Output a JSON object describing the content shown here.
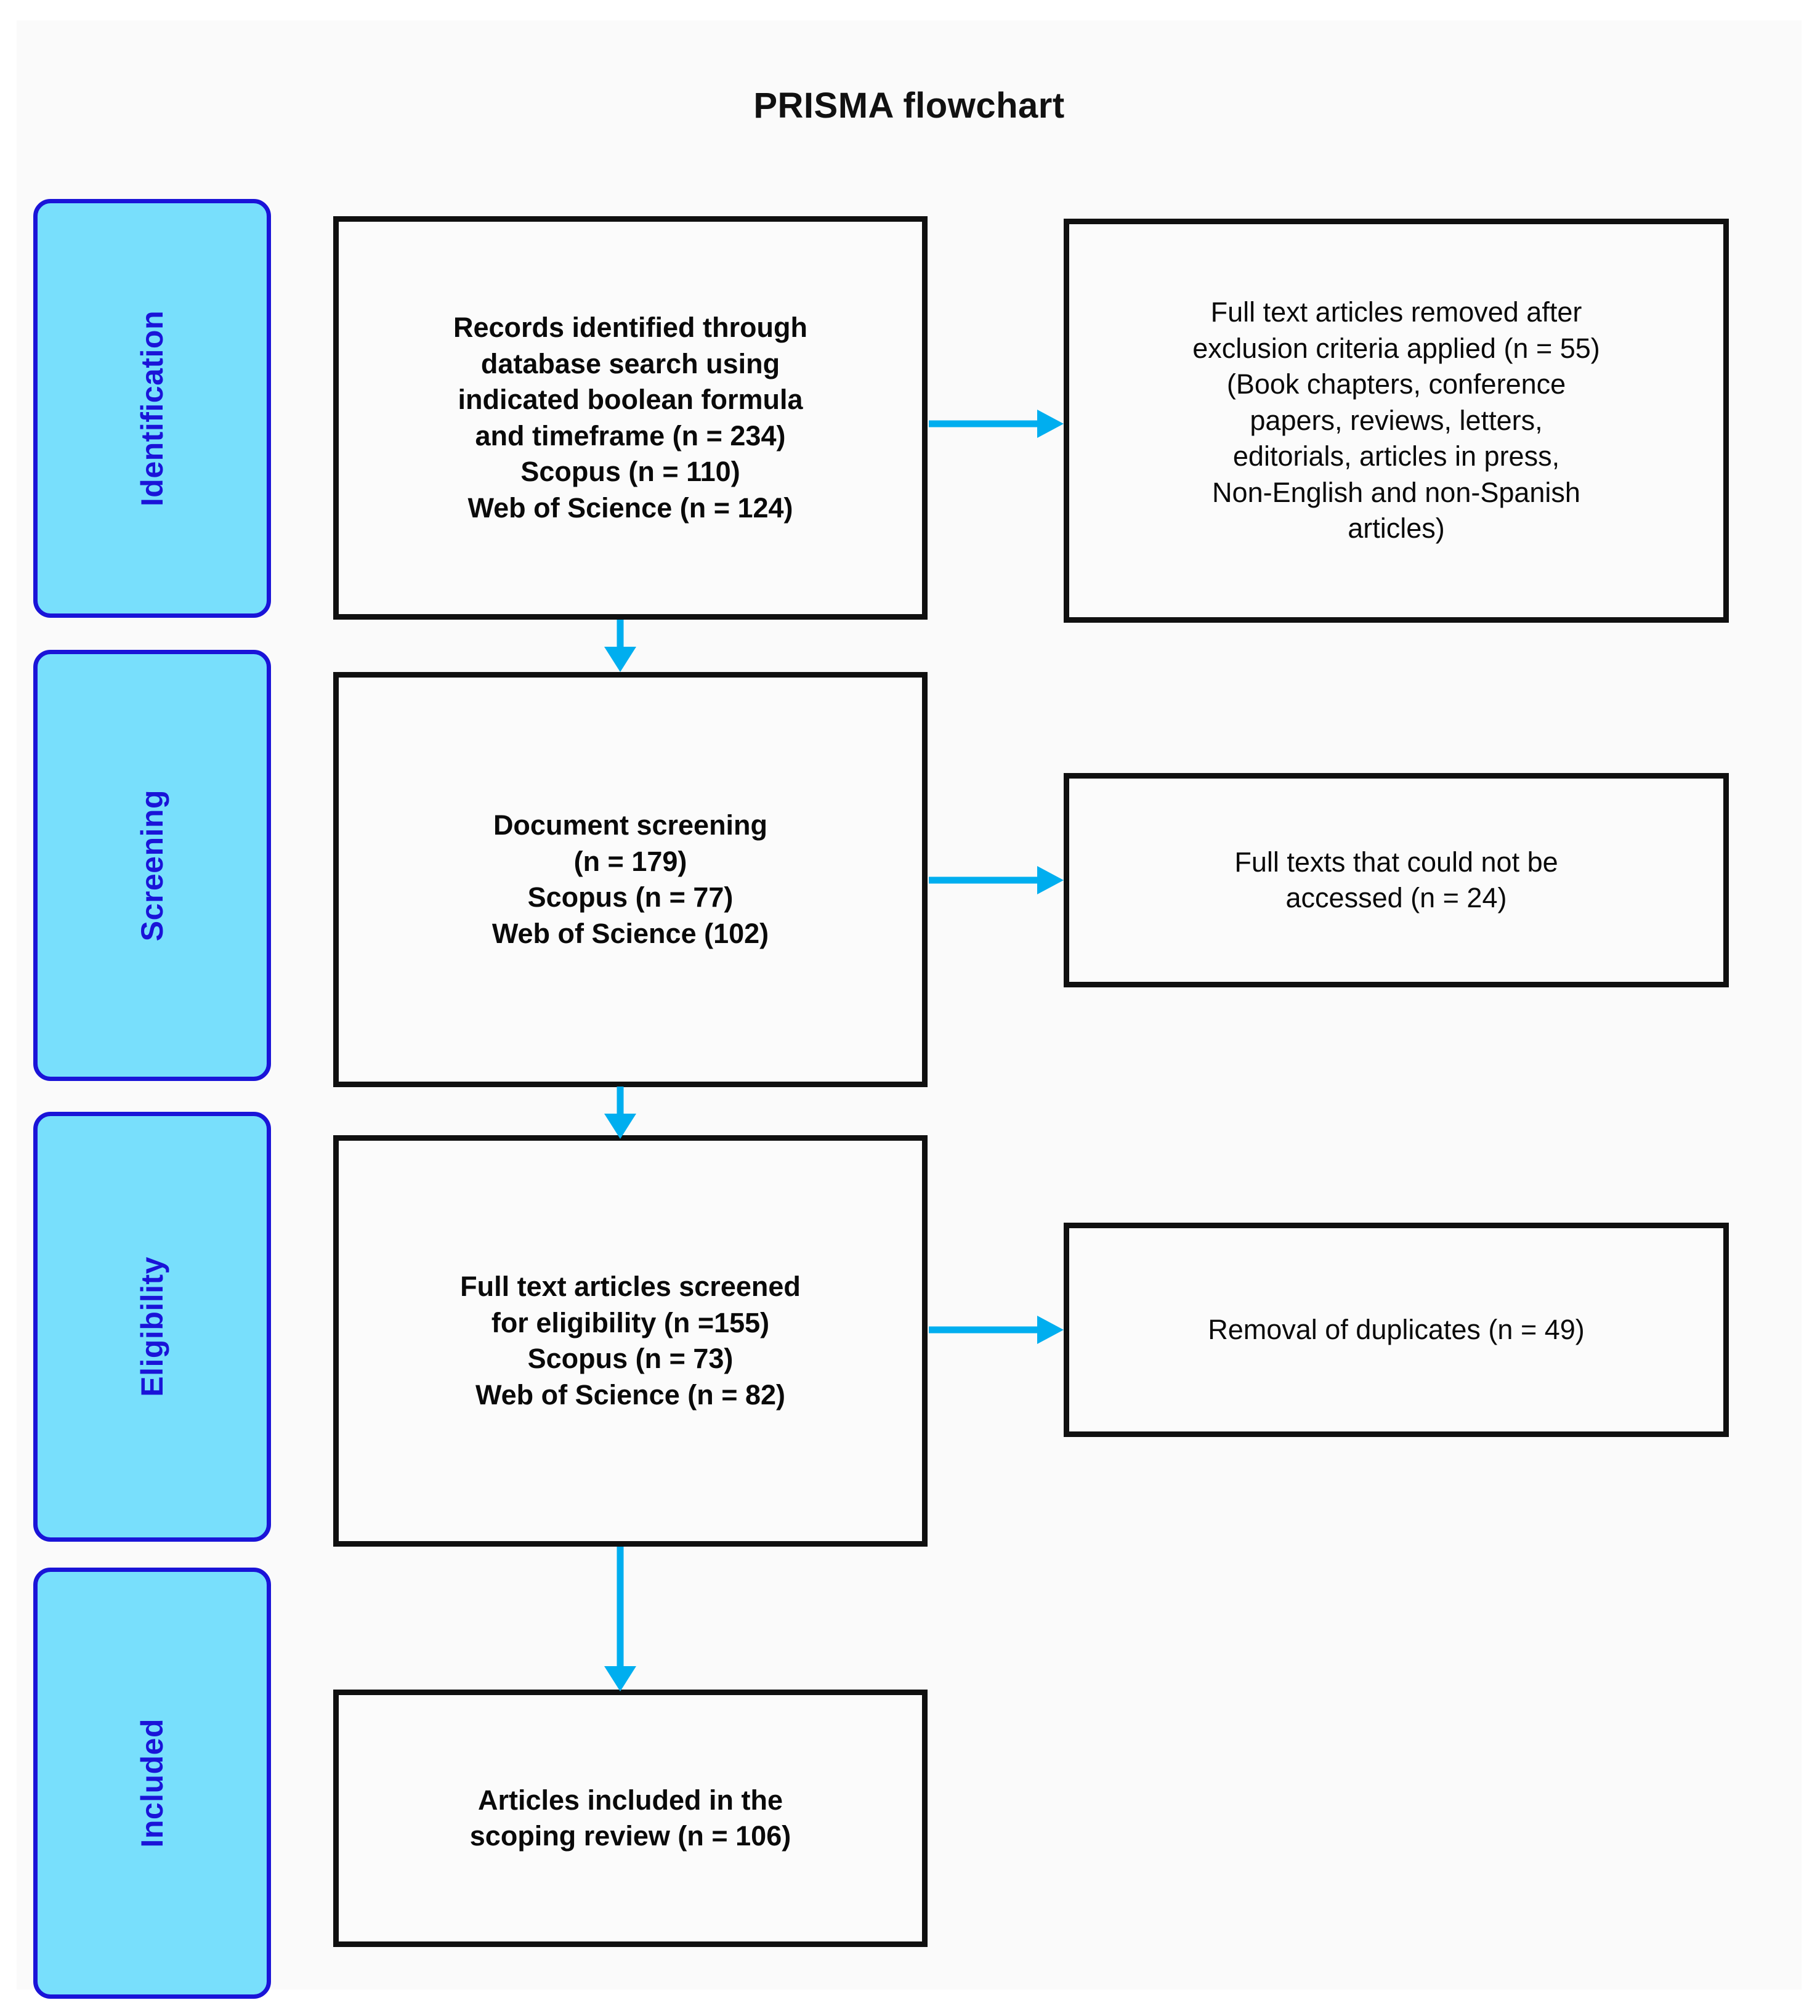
{
  "page": {
    "title": "PRISMA flowchart",
    "background": "#fafafa",
    "arrow_color": "#00AEEF",
    "stage_fill": "#78DFFC",
    "stage_border": "#1A14D8",
    "stage_text_color": "#1A14D8",
    "box_border": "#101010"
  },
  "stages": [
    {
      "label": "Identification"
    },
    {
      "label": "Screening"
    },
    {
      "label": "Eligibility"
    },
    {
      "label": "Included"
    }
  ],
  "flow": {
    "identification": {
      "lines": [
        "Records identified through",
        "database search using",
        "indicated boolean formula",
        "and timeframe (n = 234)",
        "Scopus (n = 110)",
        "Web of Science (n = 124)"
      ]
    },
    "screening": {
      "lines": [
        "Document screening",
        "(n = 179)",
        "Scopus (n = 77)",
        "Web of Science (102)"
      ]
    },
    "eligibility": {
      "lines": [
        "Full text articles screened",
        "for eligibility (n =155)",
        "Scopus (n = 73)",
        "Web of Science (n = 82)"
      ]
    },
    "included": {
      "lines": [
        "Articles included in the",
        "scoping review (n = 106)"
      ]
    }
  },
  "exclusions": {
    "removed_after_criteria": {
      "lines": [
        "Full text articles removed after",
        "exclusion criteria applied (n = 55)",
        "(Book chapters, conference",
        "papers, reviews, letters,",
        "editorials, articles in press,",
        "Non-English and non-Spanish",
        "articles)"
      ]
    },
    "not_accessible": {
      "lines": [
        "Full texts that could not be",
        "accessed (n = 24)"
      ]
    },
    "duplicates": {
      "lines": [
        "Removal of duplicates (n = 49)"
      ]
    }
  },
  "chart_data": {
    "type": "diagram",
    "title": "PRISMA flowchart",
    "stages": [
      "Identification",
      "Screening",
      "Eligibility",
      "Included"
    ],
    "nodes": [
      {
        "id": "identification",
        "stage": "Identification",
        "n": 234,
        "scopus": 110,
        "web_of_science": 124
      },
      {
        "id": "screening",
        "stage": "Screening",
        "n": 179,
        "scopus": 77,
        "web_of_science": 102
      },
      {
        "id": "eligibility",
        "stage": "Eligibility",
        "n": 155,
        "scopus": 73,
        "web_of_science": 82
      },
      {
        "id": "included",
        "stage": "Included",
        "n": 106
      },
      {
        "id": "removed_after_criteria",
        "stage": "Identification",
        "n": 55
      },
      {
        "id": "not_accessible",
        "stage": "Screening",
        "n": 24
      },
      {
        "id": "duplicates",
        "stage": "Eligibility",
        "n": 49
      }
    ],
    "edges": [
      {
        "from": "identification",
        "to": "removed_after_criteria",
        "direction": "right"
      },
      {
        "from": "identification",
        "to": "screening",
        "direction": "down"
      },
      {
        "from": "screening",
        "to": "not_accessible",
        "direction": "right"
      },
      {
        "from": "screening",
        "to": "eligibility",
        "direction": "down"
      },
      {
        "from": "eligibility",
        "to": "duplicates",
        "direction": "right"
      },
      {
        "from": "eligibility",
        "to": "included",
        "direction": "down"
      }
    ]
  }
}
